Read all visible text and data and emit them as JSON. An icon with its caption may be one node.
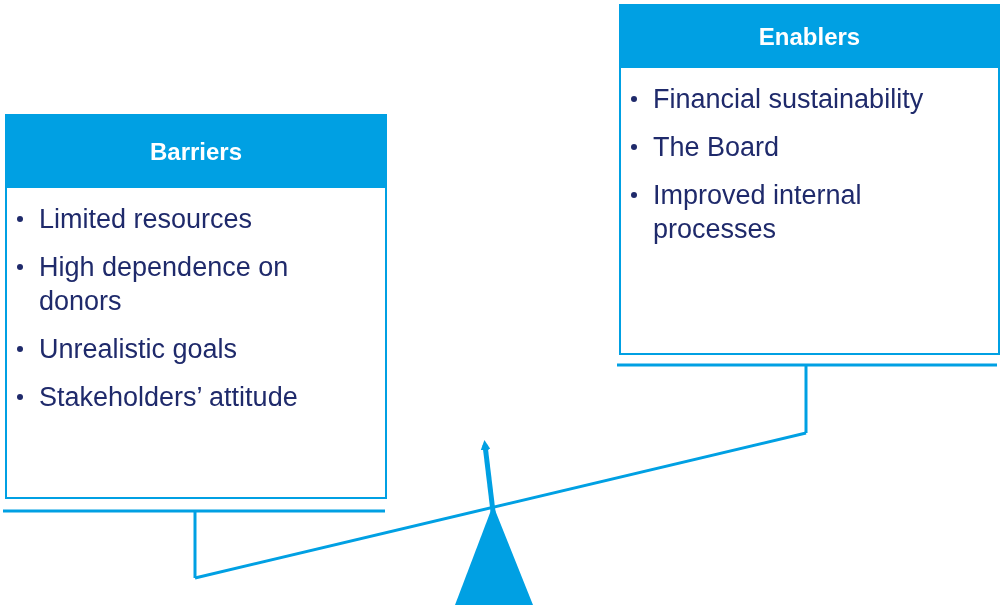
{
  "diagram": {
    "nodes": [
      {
        "text": [
          "Barriers",
          "Limited resources",
          "High dependence on donors",
          "Unrealistic goals",
          "Stakeholders’ attitude"
        ]
      },
      {
        "text": [
          "Enablers",
          "Financial sustainability",
          "The Board",
          "Improved internal processes"
        ]
      }
    ]
  }
}
